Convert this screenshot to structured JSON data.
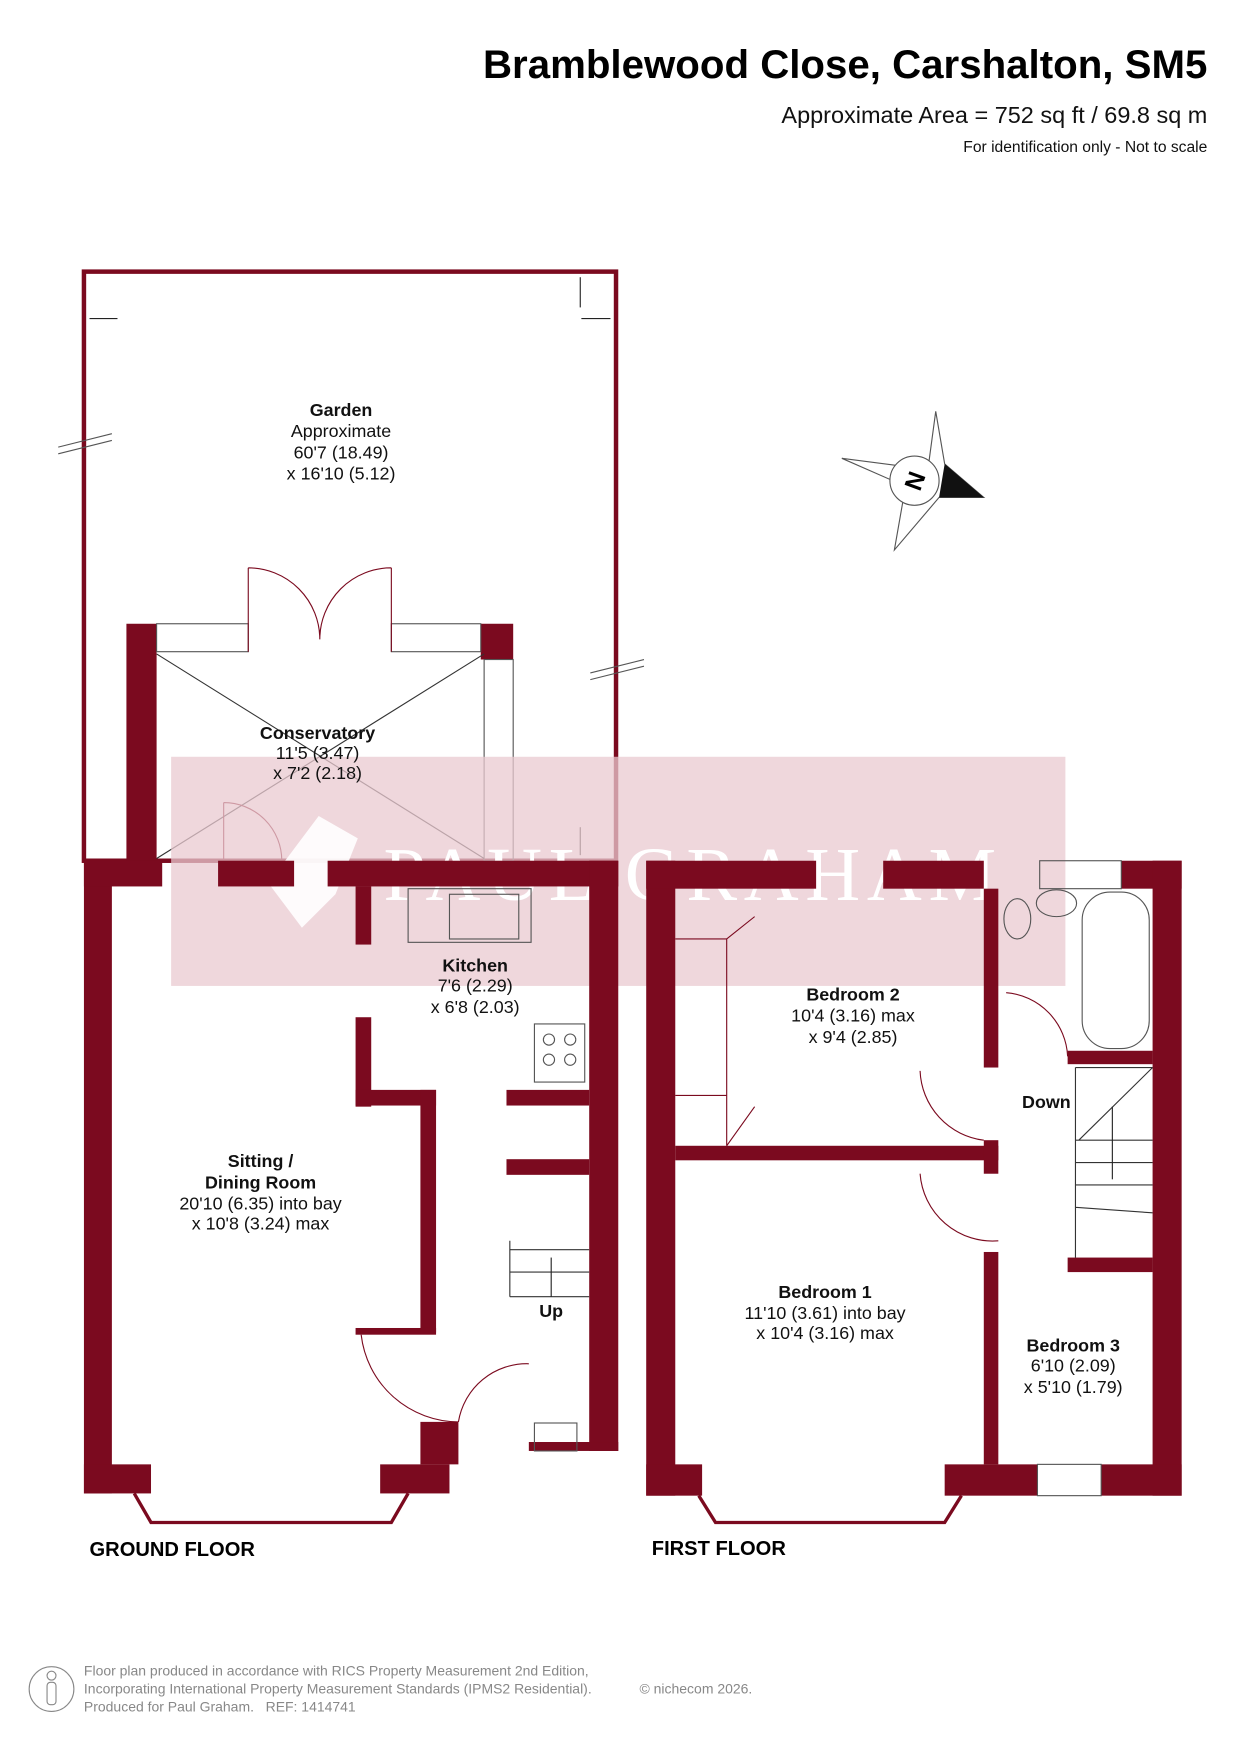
{
  "header": {
    "title": "Bramblewood Close, Carshalton, SM5",
    "area": "Approximate Area = 752 sq ft / 69.8 sq m",
    "disclaimer": "For identification only - Not to scale"
  },
  "watermark": "PAUL GRAHAM",
  "colors": {
    "wall": "#7b0a1f",
    "watermark": "#e9c9d0"
  },
  "rooms": {
    "garden": [
      "Garden",
      "Approximate",
      "60'7 (18.49)",
      "x 16'10 (5.12)"
    ],
    "conservatory": [
      "Conservatory",
      "11'5 (3.47)",
      "x 7'2 (2.18)"
    ],
    "kitchen": [
      "Kitchen",
      "7'6 (2.29)",
      "x 6'8 (2.03)"
    ],
    "sitting": [
      "Sitting /",
      "Dining Room",
      "20'10 (6.35) into bay",
      "x 10'8 (3.24) max"
    ],
    "bedroom2": [
      "Bedroom 2",
      "10'4 (3.16) max",
      "x 9'4 (2.85)"
    ],
    "bedroom1": [
      "Bedroom 1",
      "11'10 (3.61) into bay",
      "x 10'4 (3.16) max"
    ],
    "bedroom3": [
      "Bedroom 3",
      "6'10 (2.09)",
      "x 5'10 (1.79)"
    ]
  },
  "stairs": {
    "up": "Up",
    "down": "Down"
  },
  "compass": "N",
  "floors": {
    "ground": "GROUND FLOOR",
    "first": "FIRST FLOOR"
  },
  "footer": {
    "line1": "Floor plan produced in accordance with RICS Property Measurement 2nd Edition,",
    "line2": "Incorporating International Property Measurement Standards (IPMS2 Residential).",
    "copyright": "© nichecom 2026.",
    "line3": "Produced for Paul Graham.   REF: 1414741"
  }
}
